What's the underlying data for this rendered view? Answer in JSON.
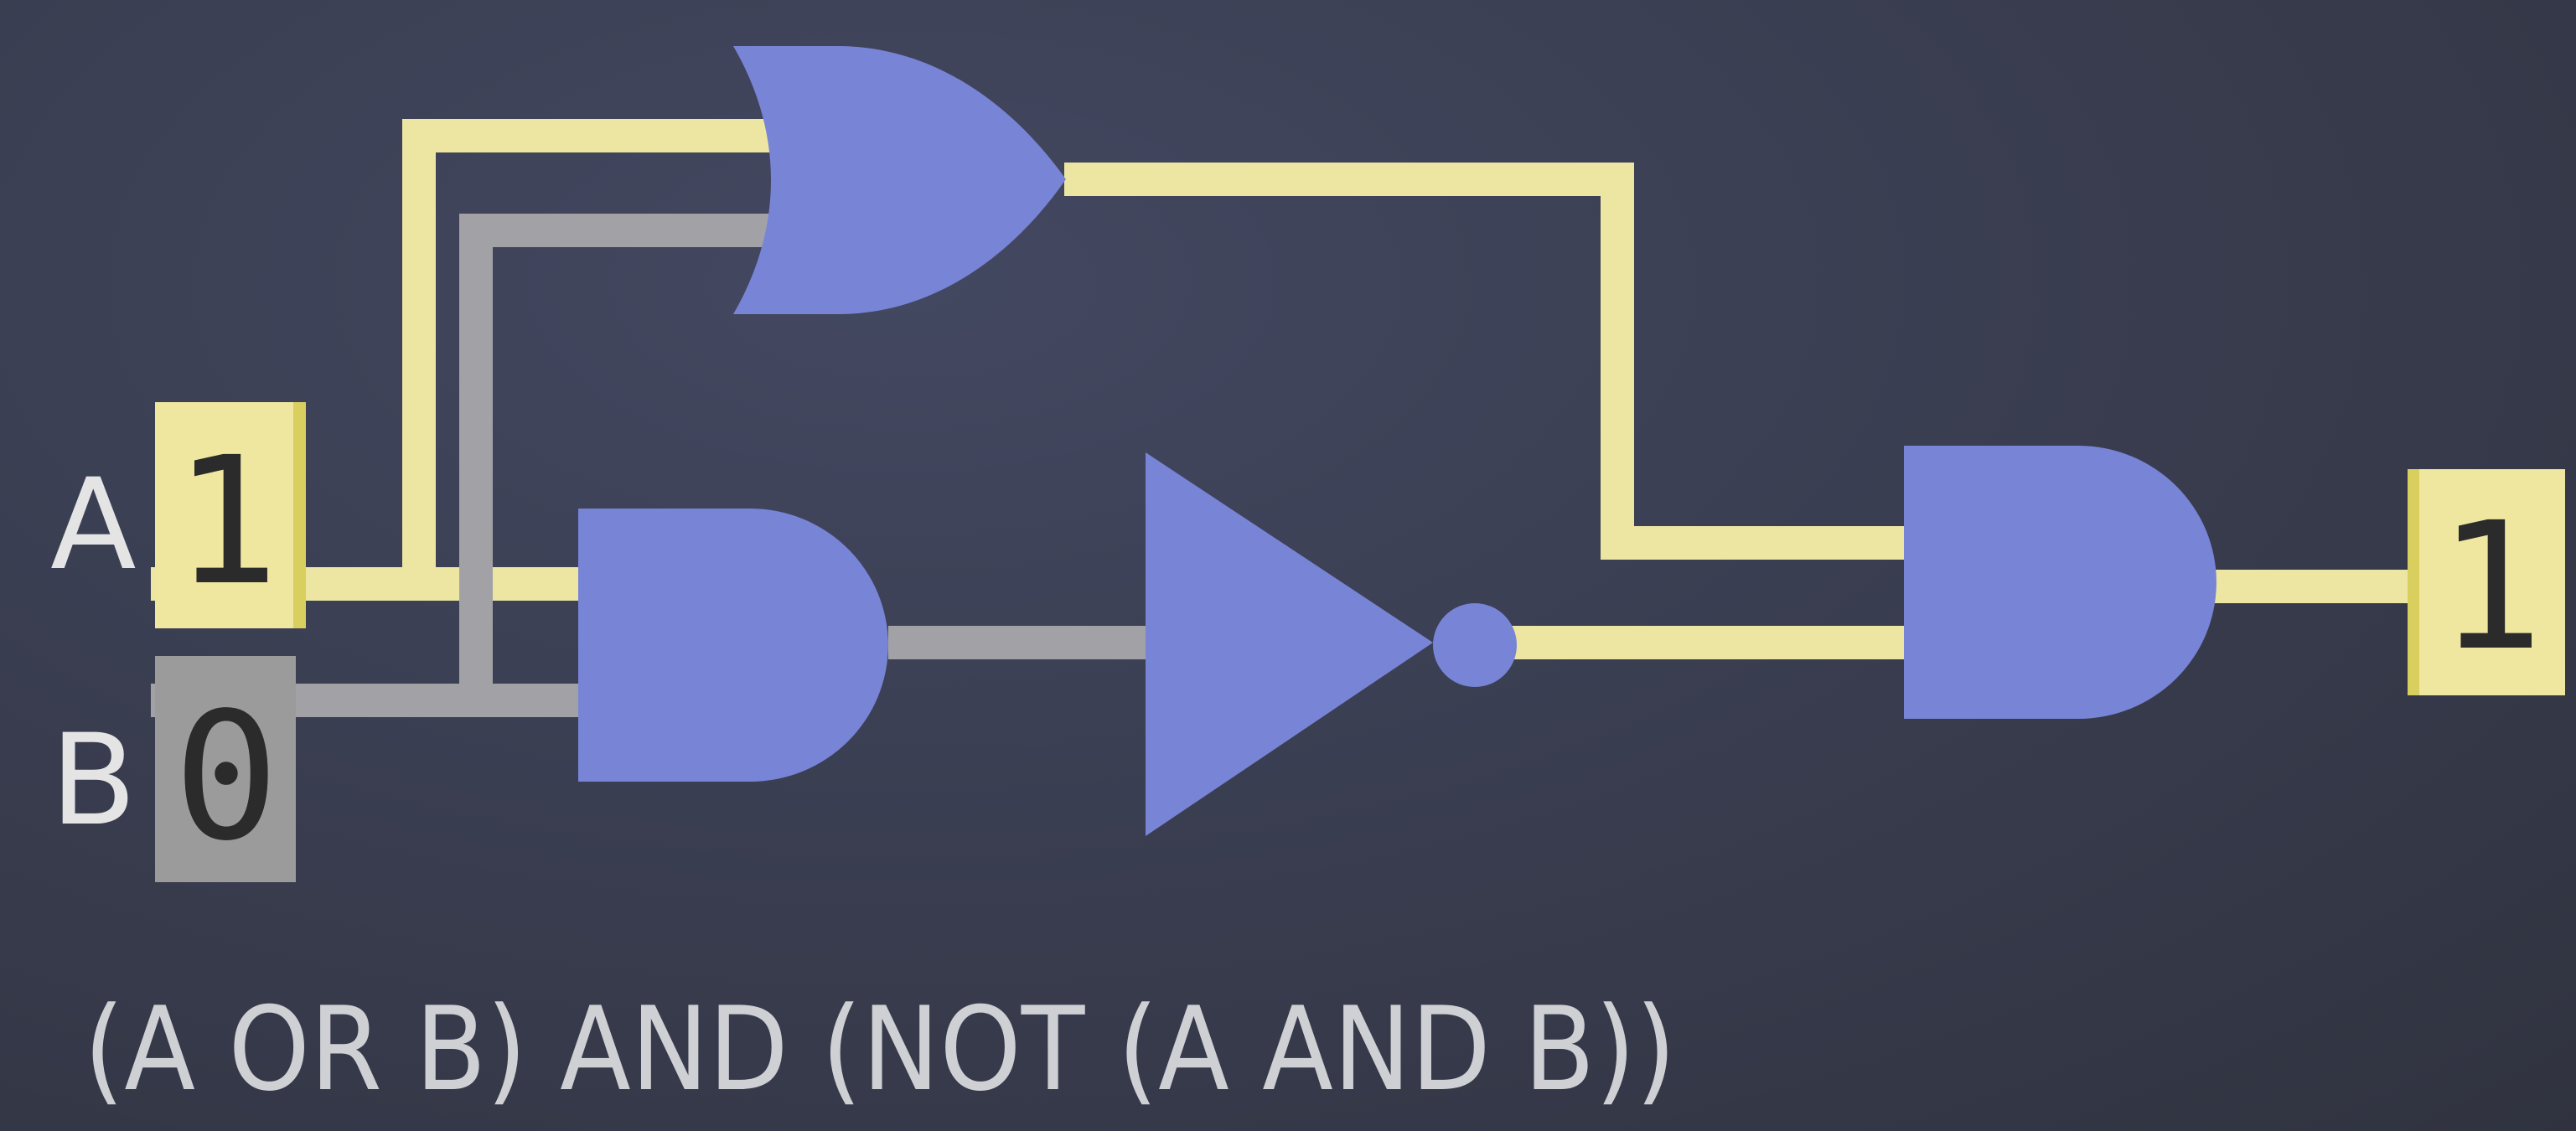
{
  "inputs": {
    "a": {
      "label": "A",
      "value": "1"
    },
    "b": {
      "label": "B",
      "value": "0"
    }
  },
  "output": {
    "value": "1"
  },
  "expression": "(A OR B) AND (NOT (A AND B))",
  "colors": {
    "background": "#3b3f52",
    "gate": "#7884d6",
    "wire_high": "#ede6a3",
    "wire_low": "#a2a2a6",
    "box_high": "#efe6a0",
    "box_high_edge": "#d9cf5e",
    "box_low": "#9b9b9b",
    "label": "#e4e4e4",
    "expression": "#cfd0d4"
  }
}
